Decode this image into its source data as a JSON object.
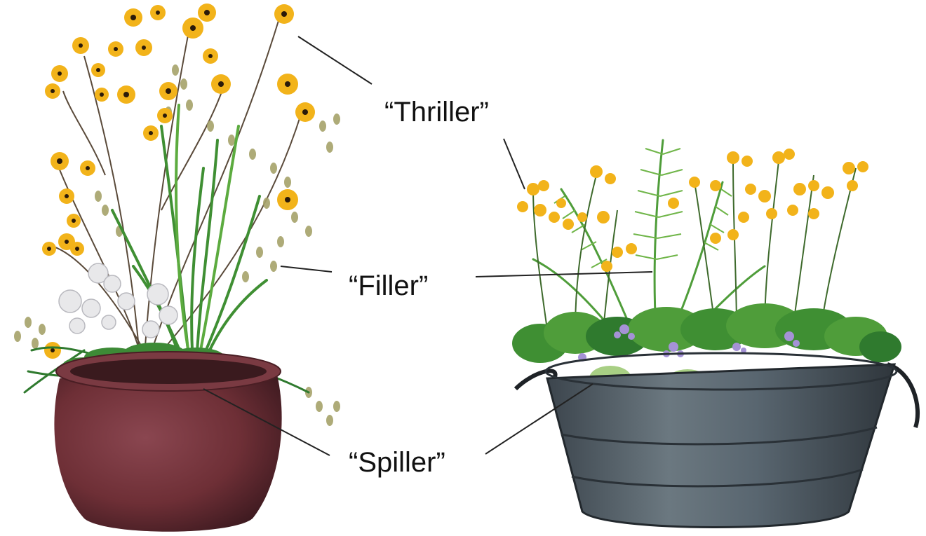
{
  "labels": {
    "thriller": "“Thriller”",
    "filler": "“Filler”",
    "spiller": "“Spiller”"
  },
  "colors": {
    "background": "#ffffff",
    "label_text": "#111111",
    "leader_line": "#222222",
    "left_pot": "#6e2f36",
    "right_tub": "#5b6770",
    "flower_yellow": "#f2b31a",
    "flower_center": "#2a1a0a",
    "foliage_dark": "#2f7a2e",
    "foliage_mid": "#4f9d3a",
    "foliage_light": "#a8cf84",
    "quaking_grass": "#a6a36a",
    "white_bloom": "#e8e8ea",
    "purple_bloom": "#a592d6"
  },
  "icons": {
    "left_container": "red-ceramic-pot-with-plants",
    "right_container": "galvanized-tub-with-plants"
  }
}
